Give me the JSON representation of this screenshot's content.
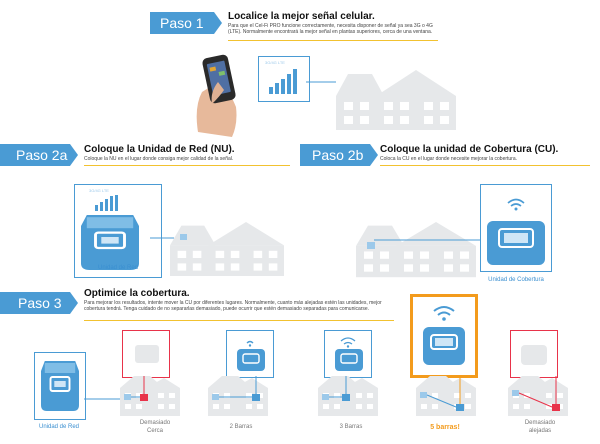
{
  "paso1": {
    "label": "Paso 1",
    "title": "Localice la mejor señal celular.",
    "desc": "Para que el Cel-Fi PRO funcione correctamente, necesita disponer de señal ya sea 3G o 4G (LTE). Normalmente encontrará la mejor señal en plantas superiores, cerca de una ventana.",
    "signal_label": "3G/4G LTE"
  },
  "paso2a": {
    "label": "Paso 2a",
    "title": "Coloque la Unidad de Red (NU).",
    "desc": "Coloque la NU en el lugar donde consiga mejor calidad de la señal.",
    "signal_label": "3G/4G LTE",
    "unit_caption": "Unidad de Red"
  },
  "paso2b": {
    "label": "Paso 2b",
    "title": "Coloque la unidad de Cobertura (CU).",
    "desc": "Coloca la CU en el lugar donde necesite mejorar la cobertura.",
    "unit_caption": "Unidad de Cobertura"
  },
  "paso3": {
    "label": "Paso 3",
    "title": "Optimice la cobertura.",
    "desc": "Para mejorar los resultados, intente mover la CU por diferentes lugares. Normalmente, cuanto más alejadas estén las unidades, mejor cobertura tendrá. Tenga cuidado de no separarlas demasiado, puede ocurrir que estén demasiado separadas para comunicarse.",
    "unit_caption": "Unidad de Red",
    "options": [
      {
        "line1": "Demasiado",
        "line2": "Cerca"
      },
      {
        "line1": "2 Barras",
        "line2": ""
      },
      {
        "line1": "3 Barras",
        "line2": ""
      },
      {
        "line1": "5 barras!",
        "line2": ""
      },
      {
        "line1": "Demasiado",
        "line2": "alejadas"
      }
    ]
  },
  "colors": {
    "blue": "#4a9bd4",
    "yellow_rule": "#f2c230",
    "red": "#e8334a",
    "orange": "#f39b1c",
    "house_gray": "#e6e8ea"
  }
}
